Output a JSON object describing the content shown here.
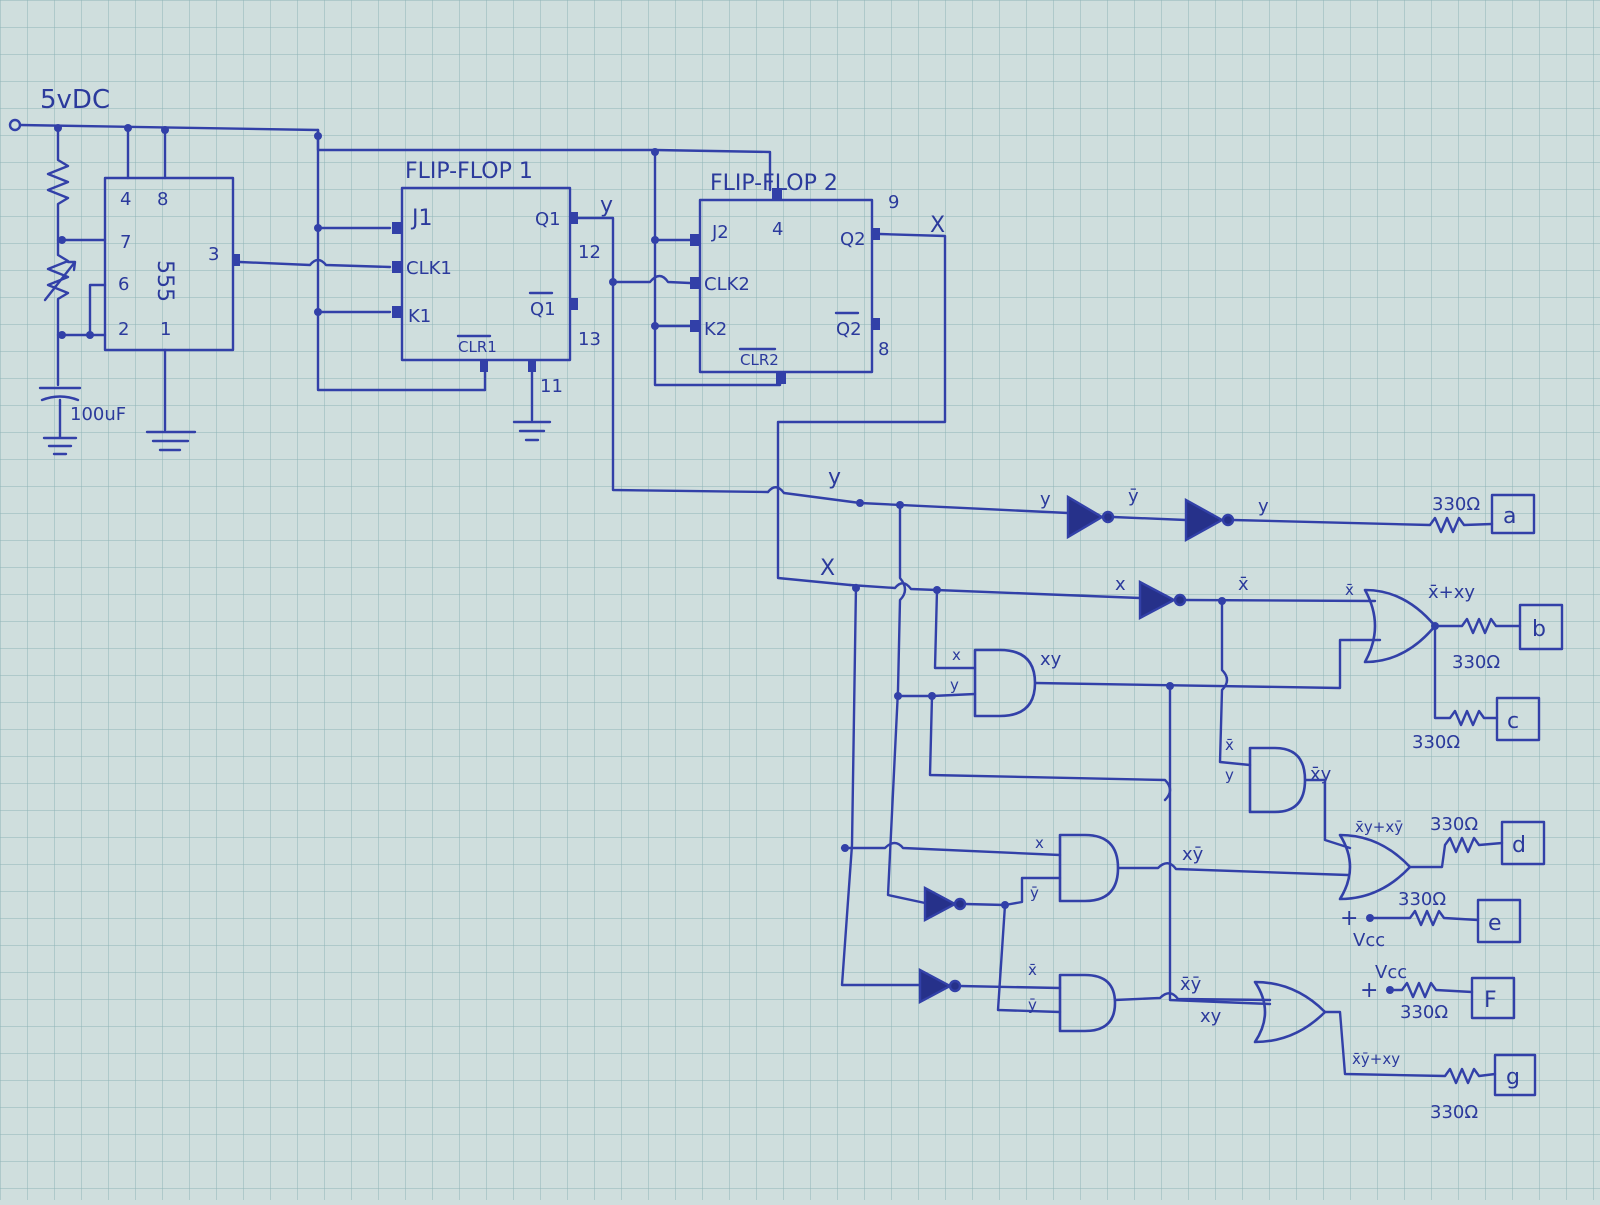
{
  "supply": "5vDC",
  "capacitor": "100uF",
  "timer": {
    "chip": "555",
    "pins": {
      "p4": "4",
      "p8": "8",
      "p7": "7",
      "p6": "6",
      "p2": "2",
      "p1": "1",
      "p3": "3"
    }
  },
  "ff1": {
    "title": "FLIP-FLOP 1",
    "j": "J1",
    "clk": "CLK1",
    "k": "K1",
    "q": "Q1",
    "qbar": "Q1",
    "clr": "CLR1",
    "pin12": "12",
    "pin13": "13",
    "pin11": "11"
  },
  "ff2": {
    "title": "FLIP-FLOP 2",
    "j": "J2",
    "clk": "CLK2",
    "k": "K2",
    "q": "Q2",
    "qbar": "Q2",
    "clr": "CLR2",
    "pin4": "4",
    "pin9": "9",
    "pin8": "8"
  },
  "signals": {
    "y": "y",
    "x": "X",
    "x_lower": "x",
    "ybar": "ȳ",
    "xbar": "x̄",
    "xy": "xy",
    "xbar_y": "x̄y",
    "x_ybar": "xȳ",
    "xbar_ybar": "x̄ȳ",
    "xbar_plus_xy": "x̄+xy",
    "xbary_plus_xybar": "x̄y+xȳ",
    "xbarybar_plus_xy": "x̄ȳ+xy"
  },
  "resistor": "330Ω",
  "vcc": "Vcc",
  "plus": "+",
  "segments": [
    "a",
    "b",
    "c",
    "d",
    "e",
    "F",
    "g"
  ]
}
